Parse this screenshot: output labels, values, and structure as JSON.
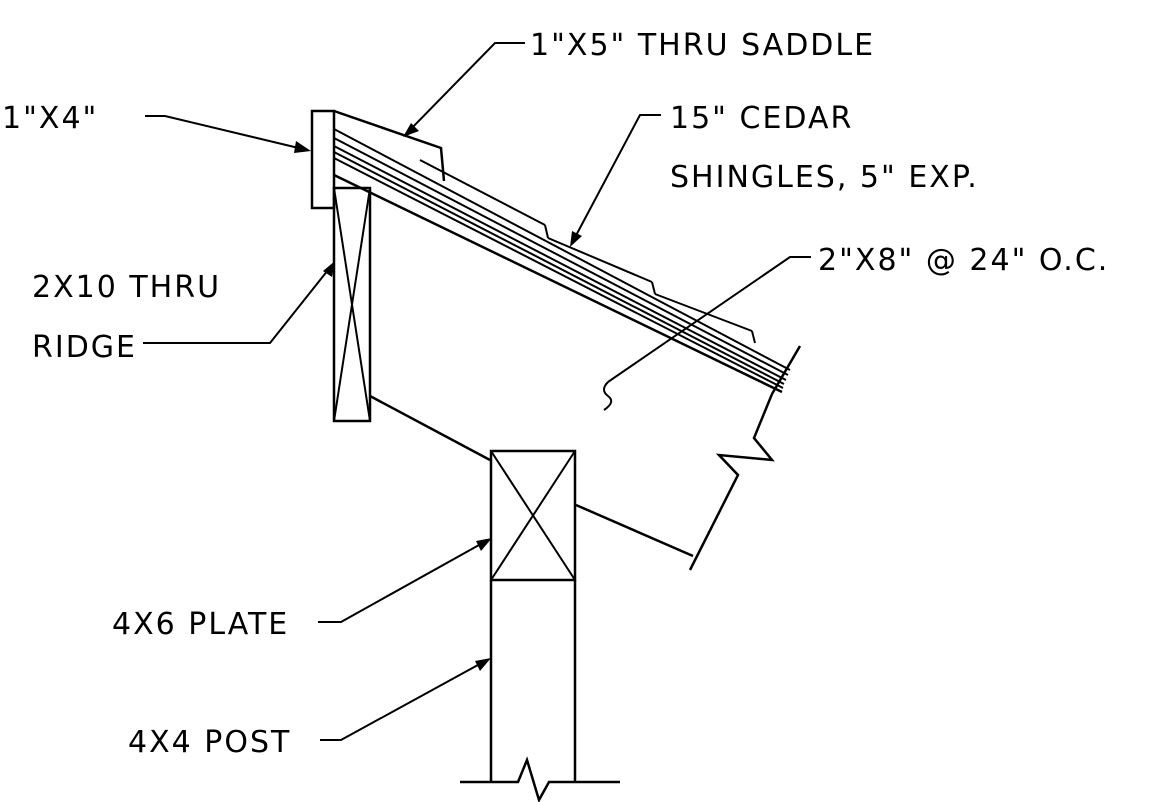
{
  "labels": {
    "saddle": "1\"X5\" THRU SADDLE",
    "board_1x4": "1\"X4\"",
    "shingles_line1": "15\" CEDAR",
    "shingles_line2": "SHINGLES, 5\" EXP.",
    "rafter": "2\"X8\" @ 24\" O.C.",
    "ridge_line1": "2X10 THRU",
    "ridge_line2": "RIDGE",
    "plate": "4X6 PLATE",
    "post": "4X4 POST"
  }
}
